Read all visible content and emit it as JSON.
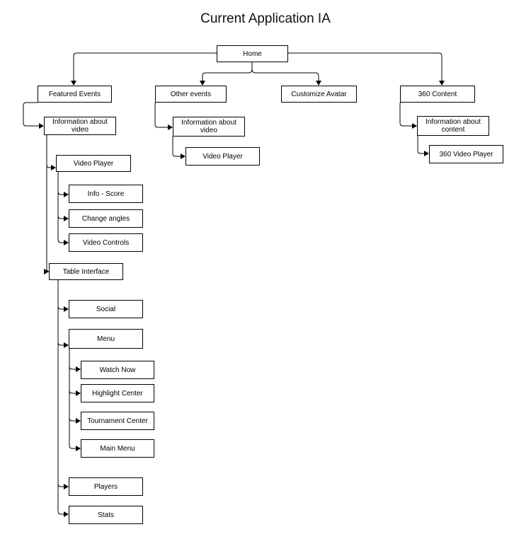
{
  "title": "Current Application IA",
  "nodes": {
    "home": "Home",
    "featured_events": "Featured Events",
    "other_events": "Other events",
    "customize_avatar": "Customize Avatar",
    "content_360": "360 Content",
    "fe_info_video": "Information about video",
    "oe_info_video": "Information about video",
    "info_content": "Information about content",
    "fe_video_player": "Video Player",
    "oe_video_player": "Video Player",
    "video_player_360": "360 Video Player",
    "info_score": "Info - Score",
    "change_angles": "Change angles",
    "video_controls": "Video Controls",
    "table_interface": "Table Interface",
    "social": "Social",
    "menu": "Menu",
    "watch_now": "Watch Now",
    "highlight_center": "Highlight Center",
    "tournament_center": "Tournament Center",
    "main_menu": "Main Menu",
    "players": "Players",
    "stats": "Stats"
  },
  "edges": [
    [
      "home",
      "featured_events"
    ],
    [
      "home",
      "other_events"
    ],
    [
      "home",
      "customize_avatar"
    ],
    [
      "home",
      "content_360"
    ],
    [
      "featured_events",
      "fe_info_video"
    ],
    [
      "fe_info_video",
      "fe_video_player"
    ],
    [
      "fe_video_player",
      "info_score"
    ],
    [
      "fe_video_player",
      "change_angles"
    ],
    [
      "fe_video_player",
      "video_controls"
    ],
    [
      "fe_info_video",
      "table_interface"
    ],
    [
      "table_interface",
      "social"
    ],
    [
      "table_interface",
      "menu"
    ],
    [
      "menu",
      "watch_now"
    ],
    [
      "menu",
      "highlight_center"
    ],
    [
      "menu",
      "tournament_center"
    ],
    [
      "menu",
      "main_menu"
    ],
    [
      "table_interface",
      "players"
    ],
    [
      "table_interface",
      "stats"
    ],
    [
      "other_events",
      "oe_info_video"
    ],
    [
      "oe_info_video",
      "oe_video_player"
    ],
    [
      "content_360",
      "info_content"
    ],
    [
      "info_content",
      "video_player_360"
    ]
  ]
}
